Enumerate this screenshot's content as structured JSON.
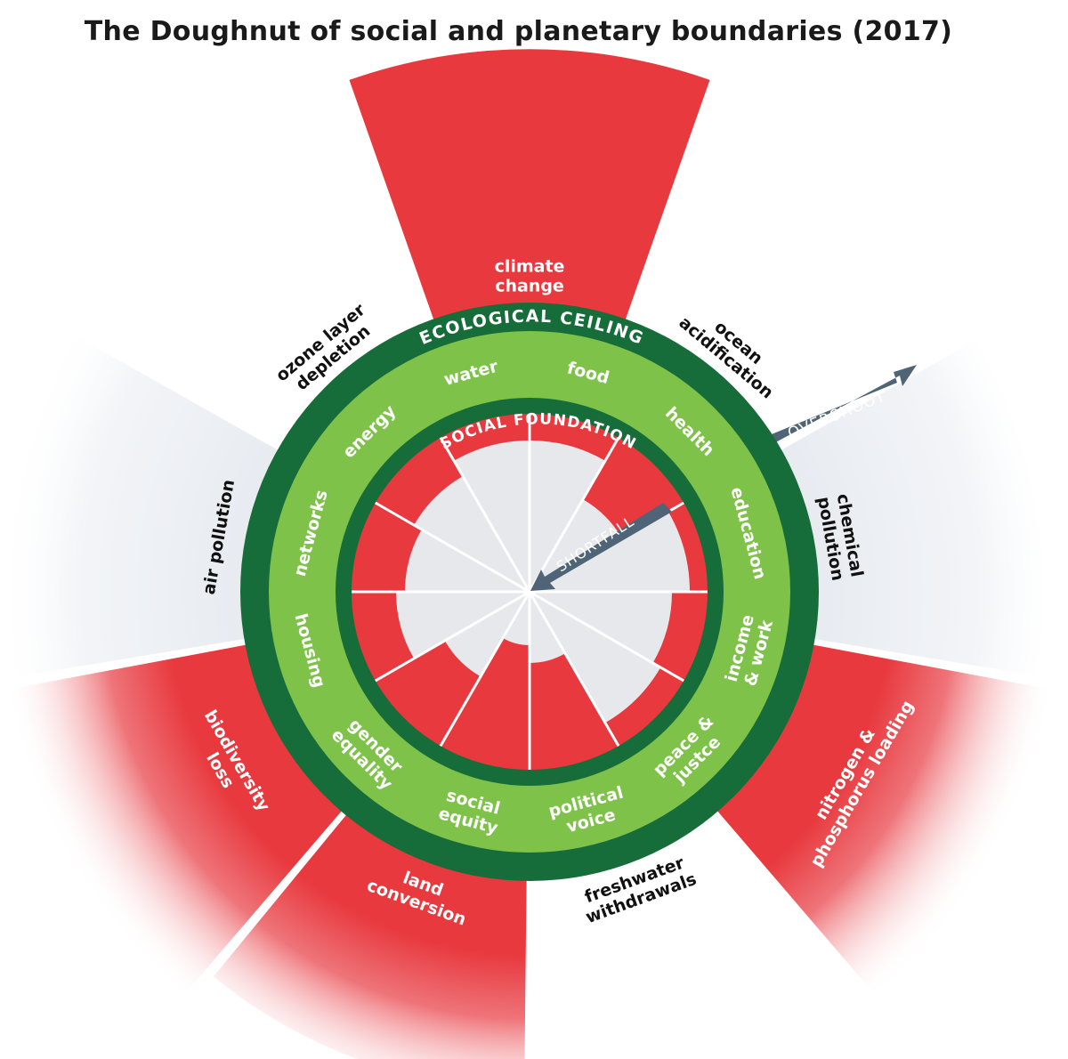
{
  "title": "The Doughnut of social and planetary boundaries (2017)",
  "colors": {
    "overshoot_red": "#e8393e",
    "ceiling_dark_green": "#176d3a",
    "safe_light_green": "#7ec24a",
    "shortfall_grey": "#e7e8ec",
    "arrow_slate": "#4f6577"
  },
  "ring_labels": {
    "ecological_ceiling": "ECOLOGICAL CEILING",
    "social_foundation": "SOCIAL FOUNDATION"
  },
  "arrows": {
    "overshoot": "OVERSHOOT",
    "shortfall": "SHORTFALL"
  },
  "ecological_boundaries": [
    {
      "id": "climate",
      "lines": [
        "climate",
        "change"
      ],
      "overshoot": 0.85,
      "status": "overshoot"
    },
    {
      "id": "ocean",
      "lines": [
        "ocean",
        "acidification"
      ],
      "overshoot": 0.0,
      "status": "within"
    },
    {
      "id": "chemical",
      "lines": [
        "chemical",
        "pollution"
      ],
      "overshoot": 0.75,
      "status": "unknown"
    },
    {
      "id": "nitrogen",
      "lines": [
        "nitrogen &",
        "phosphorus loading"
      ],
      "overshoot": 0.9,
      "status": "overshoot"
    },
    {
      "id": "freshwater",
      "lines": [
        "freshwater",
        "withdrawals"
      ],
      "overshoot": 0.0,
      "status": "within"
    },
    {
      "id": "land",
      "lines": [
        "land",
        "conversion"
      ],
      "overshoot": 0.7,
      "status": "overshoot"
    },
    {
      "id": "biodiversity",
      "lines": [
        "biodiversity",
        "loss"
      ],
      "overshoot": 0.95,
      "status": "overshoot"
    },
    {
      "id": "air",
      "lines": [
        "air pollution"
      ],
      "overshoot": 0.95,
      "status": "unknown"
    },
    {
      "id": "ozone",
      "lines": [
        "ozone layer",
        "depletion"
      ],
      "overshoot": 0.0,
      "status": "within"
    }
  ],
  "social_foundation": [
    {
      "id": "food",
      "lines": [
        "food"
      ],
      "shortfall": 0.15
    },
    {
      "id": "health",
      "lines": [
        "health"
      ],
      "shortfall": 0.4
    },
    {
      "id": "education",
      "lines": [
        "education"
      ],
      "shortfall": 0.1
    },
    {
      "id": "income",
      "lines": [
        "income",
        "& work"
      ],
      "shortfall": 0.2
    },
    {
      "id": "peace",
      "lines": [
        "peace &",
        "justce"
      ],
      "shortfall": 0.15
    },
    {
      "id": "political",
      "lines": [
        "political",
        "voice"
      ],
      "shortfall": 0.6
    },
    {
      "id": "equity",
      "lines": [
        "social",
        "equity"
      ],
      "shortfall": 0.7
    },
    {
      "id": "gender",
      "lines": [
        "gender",
        "equality"
      ],
      "shortfall": 0.45
    },
    {
      "id": "housing",
      "lines": [
        "housing"
      ],
      "shortfall": 0.25
    },
    {
      "id": "networks",
      "lines": [
        "networks"
      ],
      "shortfall": 0.3
    },
    {
      "id": "energy",
      "lines": [
        "energy"
      ],
      "shortfall": 0.25
    },
    {
      "id": "water",
      "lines": [
        "water"
      ],
      "shortfall": 0.15
    }
  ]
}
